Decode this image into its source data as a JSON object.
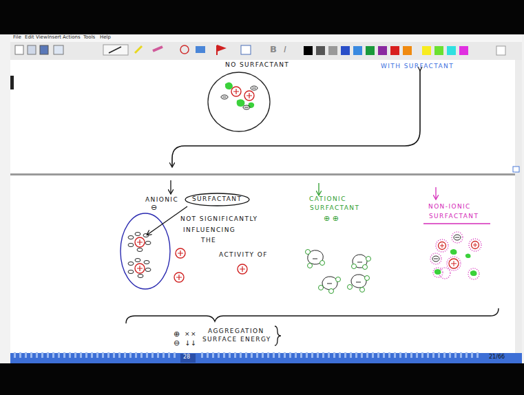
{
  "diagram": {
    "nodes": [
      {
        "text": [
          "NO SURFACTANT"
        ]
      },
      {
        "text": [
          "SURFACTANT"
        ]
      },
      {
        "text": [
          "AGGREGATION",
          "SURFACE ENERGY"
        ]
      }
    ],
    "edges": [
      {
        "from": 1,
        "to": 2,
        "arrow": "none"
      }
    ],
    "labels": [
      "File",
      "Edit",
      "View",
      "Insert",
      "Actions",
      "Tools",
      "Help",
      "B",
      "I",
      "WITH SURFACTANT",
      "ANIONIC",
      "⊖",
      "NOT SIGNIFICANTLY",
      "INFLUENCING",
      "THE",
      "ACTIVITY OF",
      "CATIONIC",
      "SURFACTANT",
      "⊕ ⊕",
      "NON-IONIC",
      "SURFACTANT",
      "⊕",
      "××",
      "⊖",
      "↓↓",
      "21/66",
      "28"
    ]
  }
}
